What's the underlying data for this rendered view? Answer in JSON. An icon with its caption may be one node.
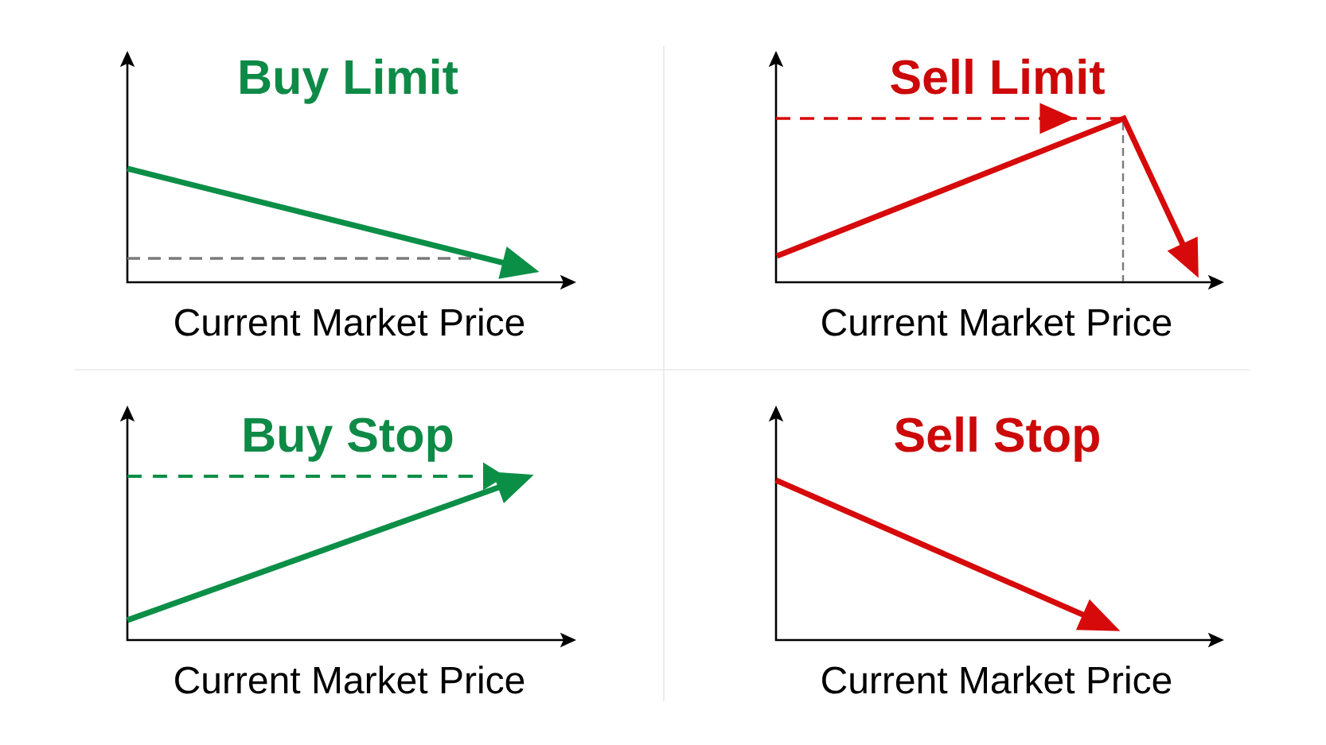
{
  "diagram": {
    "labels": [
      "Buy Limit",
      "Sell Limit",
      "Current Market Price",
      "Current Market Price",
      "Buy Stop",
      "Sell Stop",
      "Current Market Price",
      "Current Market Price"
    ]
  }
}
